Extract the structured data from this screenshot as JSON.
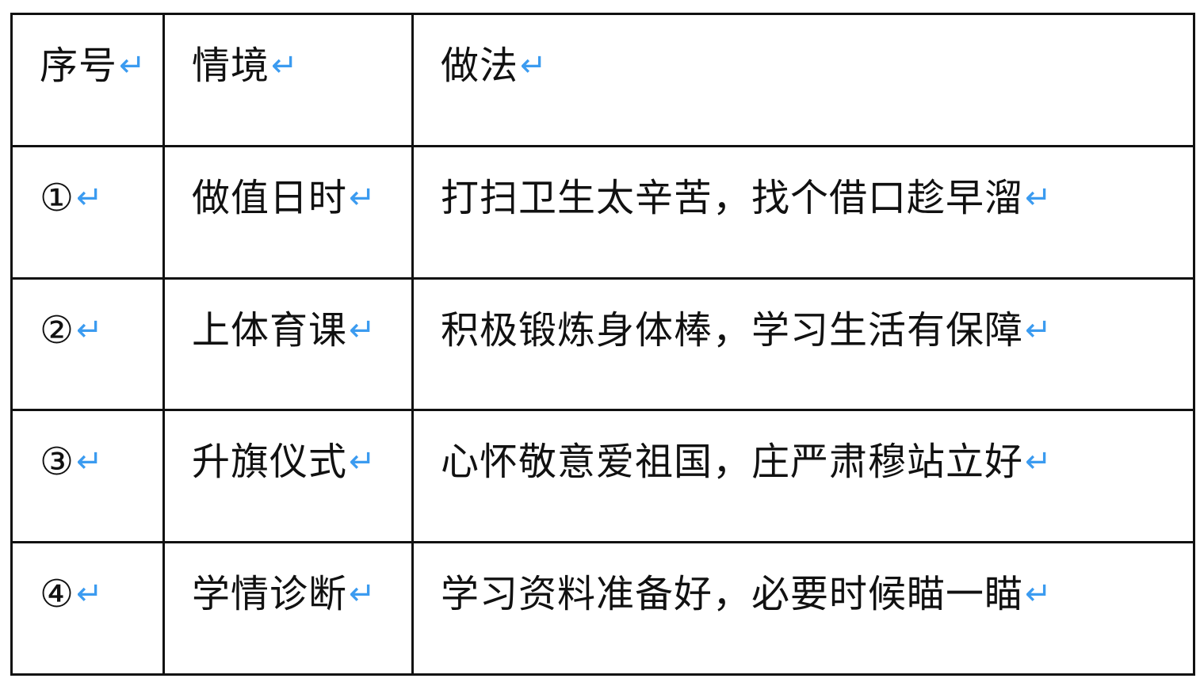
{
  "table": {
    "header": {
      "index": "序号",
      "situation": "情境",
      "action": "做法"
    },
    "rows": [
      {
        "index": "①",
        "situation": "做值日时",
        "action": "打扫卫生太辛苦，找个借口趁早溜"
      },
      {
        "index": "②",
        "situation": "上体育课",
        "action": "积极锻炼身体棒，学习生活有保障"
      },
      {
        "index": "③",
        "situation": "升旗仪式",
        "action": "心怀敬意爱祖国，庄严肃穆站立好"
      },
      {
        "index": "④",
        "situation": "学情诊断",
        "action": "学习资料准备好，必要时候瞄一瞄"
      }
    ],
    "paragraph_mark": "↵"
  },
  "colors": {
    "border": "#111111",
    "text": "#111111",
    "paragraph_mark": "#3b9bf0"
  }
}
